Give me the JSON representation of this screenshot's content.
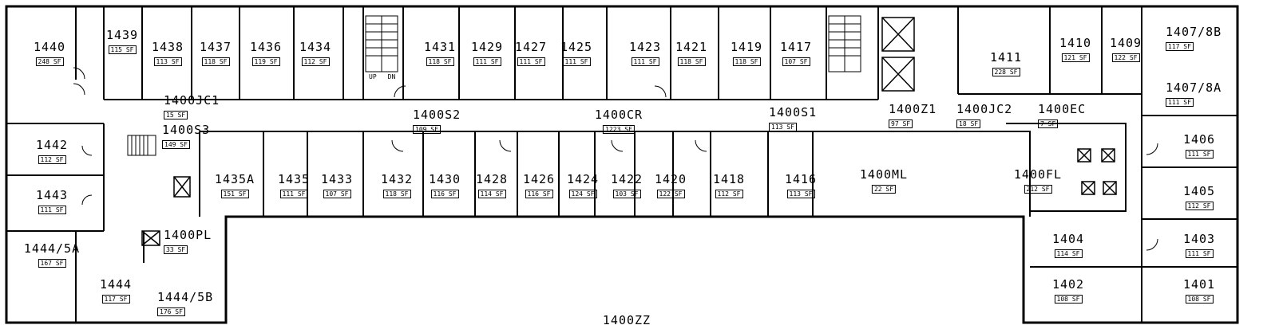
{
  "plan": {
    "ink_color": "#000000",
    "background": "#ffffff",
    "rooms": [
      {
        "number": "1440",
        "area": "248 SF"
      },
      {
        "number": "1439",
        "area": "115 SF"
      },
      {
        "number": "1438",
        "area": "113 SF"
      },
      {
        "number": "1437",
        "area": "118 SF"
      },
      {
        "number": "1436",
        "area": "119 SF"
      },
      {
        "number": "1434",
        "area": "112 SF"
      },
      {
        "number": "1400JC1",
        "area": "15 SF"
      },
      {
        "number": "1400S3",
        "area": "149 SF"
      },
      {
        "number": "1442",
        "area": "112 SF"
      },
      {
        "number": "1443",
        "area": "111 SF"
      },
      {
        "number": "1435A",
        "area": "151 SF"
      },
      {
        "number": "1435",
        "area": "111 SF"
      },
      {
        "number": "1433",
        "area": "107 SF"
      },
      {
        "number": "1444/5A",
        "area": "167 SF"
      },
      {
        "number": "1444",
        "area": "117 SF"
      },
      {
        "number": "1400PL",
        "area": "33 SF"
      },
      {
        "number": "1444/5B",
        "area": "176 SF"
      },
      {
        "number": "1431",
        "area": "118 SF"
      },
      {
        "number": "1429",
        "area": "111 SF"
      },
      {
        "number": "1427",
        "area": "111 SF"
      },
      {
        "number": "1425",
        "area": "111 SF"
      },
      {
        "number": "1423",
        "area": "111 SF"
      },
      {
        "number": "1421",
        "area": "118 SF"
      },
      {
        "number": "1419",
        "area": "118 SF"
      },
      {
        "number": "1417",
        "area": "107 SF"
      },
      {
        "number": "1400S2",
        "area": "109 SF"
      },
      {
        "number": "1400CR",
        "area": "1223 SF"
      },
      {
        "number": "1400S1",
        "area": "113 SF"
      },
      {
        "number": "1432",
        "area": "118 SF"
      },
      {
        "number": "1430",
        "area": "116 SF"
      },
      {
        "number": "1428",
        "area": "114 SF"
      },
      {
        "number": "1426",
        "area": "116 SF"
      },
      {
        "number": "1424",
        "area": "124 SF"
      },
      {
        "number": "1422",
        "area": "103 SF"
      },
      {
        "number": "1420",
        "area": "122 SF"
      },
      {
        "number": "1418",
        "area": "112 SF"
      },
      {
        "number": "1416",
        "area": "113 SF"
      },
      {
        "number": "1400ML",
        "area": "22 SF"
      },
      {
        "number": "1400Z1",
        "area": "97 SF"
      },
      {
        "number": "1400JC2",
        "area": "18 SF"
      },
      {
        "number": "1400EC",
        "area": "7 SF"
      },
      {
        "number": "1400FL",
        "area": "212 SF"
      },
      {
        "number": "1411",
        "area": "228 SF"
      },
      {
        "number": "1410",
        "area": "121 SF"
      },
      {
        "number": "1409",
        "area": "122 SF"
      },
      {
        "number": "1407/8B",
        "area": "117 SF"
      },
      {
        "number": "1407/8A",
        "area": "111 SF"
      },
      {
        "number": "1406",
        "area": "111 SF"
      },
      {
        "number": "1405",
        "area": "112 SF"
      },
      {
        "number": "1404",
        "area": "114 SF"
      },
      {
        "number": "1403",
        "area": "111 SF"
      },
      {
        "number": "1402",
        "area": "108 SF"
      },
      {
        "number": "1401",
        "area": "108 SF"
      },
      {
        "number": "1400ZZ",
        "area": null
      }
    ],
    "stair_labels": {
      "up": "UP",
      "down": "DN"
    }
  }
}
